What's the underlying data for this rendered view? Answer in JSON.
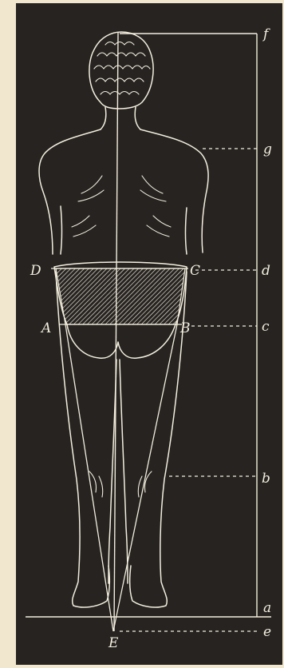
{
  "figure": {
    "labels": {
      "D": "D",
      "C": "C",
      "A": "A",
      "B": "B",
      "E": "E",
      "f": "f",
      "g": "g",
      "d": "d",
      "c": "c",
      "b": "b",
      "a": "a",
      "e": "e"
    },
    "colors": {
      "paper": "#f1e7cf",
      "plate": "#262321",
      "line": "#f3eedd"
    }
  }
}
